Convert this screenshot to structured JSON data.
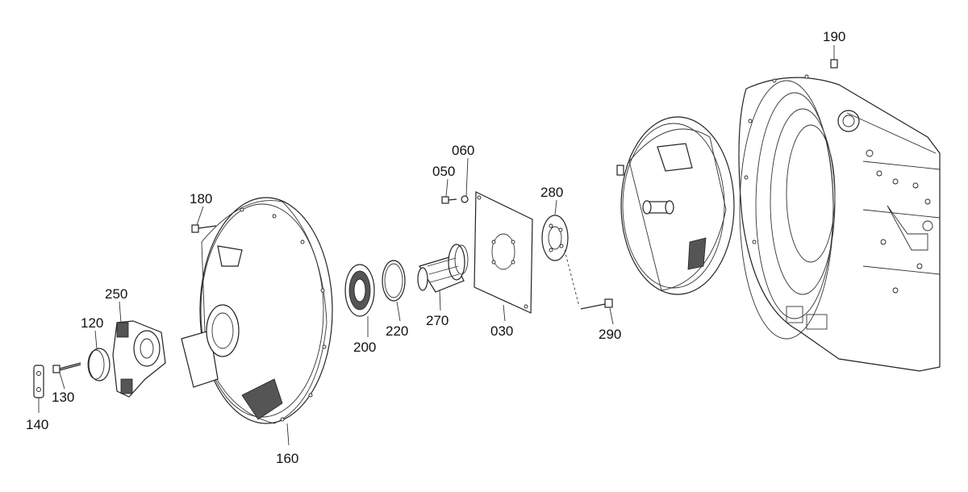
{
  "callouts": {
    "p190": "190",
    "p060": "060",
    "p050": "050",
    "p280": "280",
    "p180": "180",
    "p250": "250",
    "p120": "120",
    "p200": "200",
    "p220": "220",
    "p270": "270",
    "p030": "030",
    "p290": "290",
    "p130": "130",
    "p140": "140",
    "p160": "160"
  }
}
